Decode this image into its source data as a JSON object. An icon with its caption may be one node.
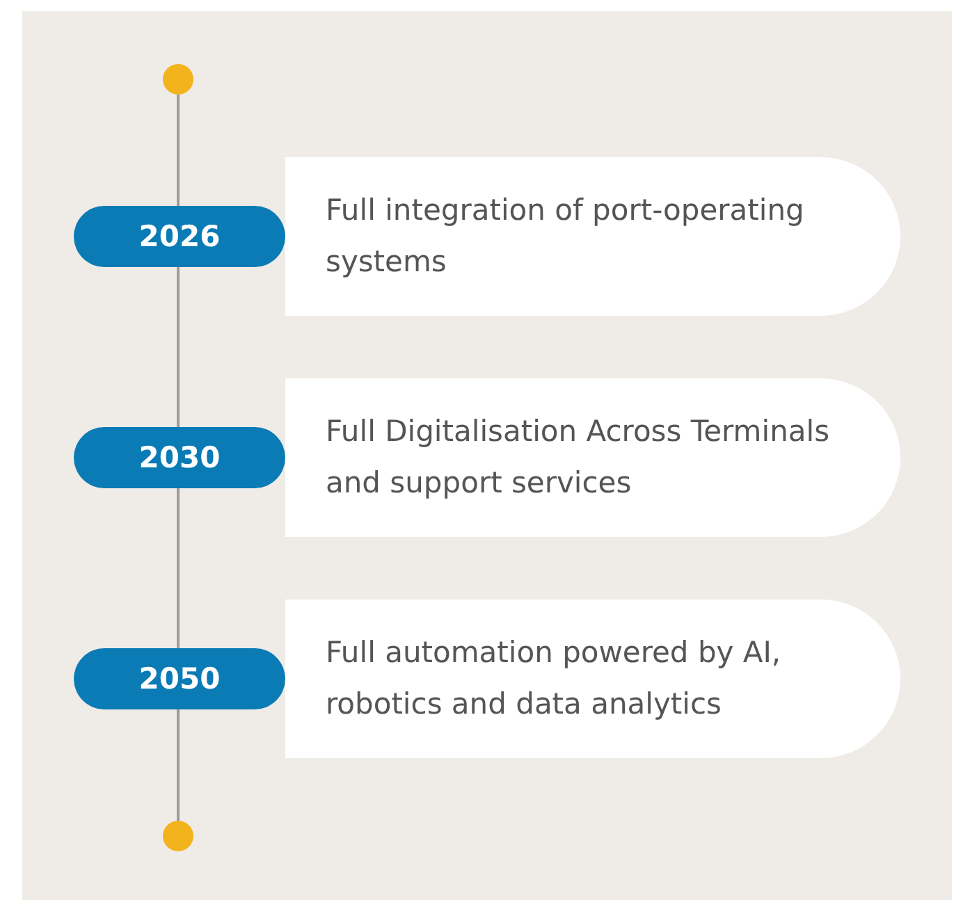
{
  "diagram": {
    "nodes": [
      {
        "text": [],
        "shape": "circle"
      },
      {
        "text": [
          "2026"
        ]
      },
      {
        "text": [
          "Full integration of port-operating systems"
        ]
      },
      {
        "text": [
          "2030"
        ]
      },
      {
        "text": [
          "Full Digitalisation Across Terminals and support services"
        ]
      },
      {
        "text": [
          "2050"
        ]
      },
      {
        "text": [
          "Full automation powered by AI, robotics and data analytics"
        ]
      },
      {
        "text": [],
        "shape": "circle"
      }
    ],
    "edges": [
      {
        "from": 0,
        "to": 1,
        "arrow": "none"
      },
      {
        "from": 1,
        "to": 3,
        "arrow": "none"
      },
      {
        "from": 3,
        "to": 5,
        "arrow": "none"
      },
      {
        "from": 5,
        "to": 7,
        "arrow": "none"
      }
    ]
  }
}
